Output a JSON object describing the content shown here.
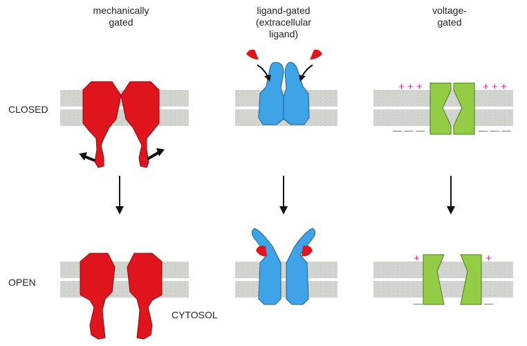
{
  "columns": {
    "mechanical": [
      "mechanically",
      "gated"
    ],
    "ligand": [
      "ligand-gated",
      "(extracellular",
      "ligand)"
    ],
    "voltage": [
      "voltage-",
      "gated"
    ]
  },
  "rows": {
    "closed": "CLOSED",
    "open": "OPEN"
  },
  "cytosol": "CYTOSOL",
  "charges": {
    "plus3": "+ + +",
    "minus3": "— — —",
    "plus": "+",
    "minus": "—"
  },
  "colors": {
    "membrane": "#d3d6d0",
    "membrane_dots": "#b9bcb5",
    "mechanical_channel": "#e0141c",
    "ligand_channel": "#3fa3e8",
    "ligand": "#e0141c",
    "voltage_channel": "#93cc45",
    "charge": "#e0208a"
  }
}
